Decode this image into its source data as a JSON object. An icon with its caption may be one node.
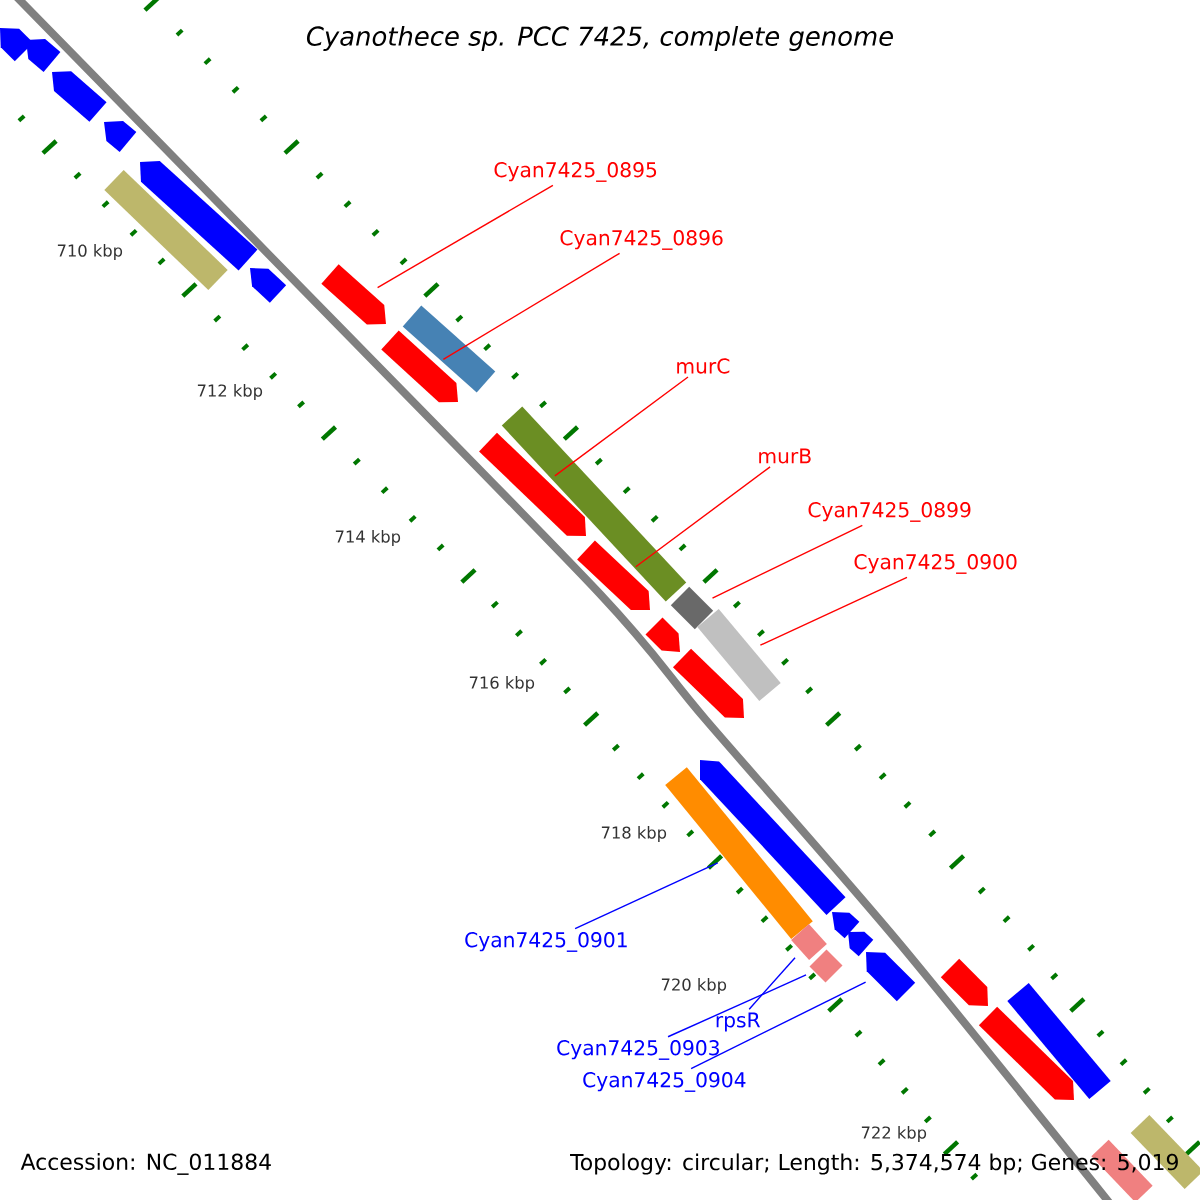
{
  "diagram": {
    "title": "Cyanothece sp. PCC 7425, complete genome",
    "nodes": [
      {
        "text": [
          "Cyan7425_0895"
        ]
      },
      {
        "text": [
          "Cyan7425_0896"
        ]
      },
      {
        "text": [
          "murC"
        ]
      },
      {
        "text": [
          "murB"
        ]
      },
      {
        "text": [
          "Cyan7425_0899"
        ]
      },
      {
        "text": [
          "Cyan7425_0900"
        ]
      },
      {
        "text": [
          "Cyan7425_0901"
        ]
      },
      {
        "text": [
          "rpsR"
        ]
      },
      {
        "text": [
          "Cyan7425_0903"
        ]
      },
      {
        "text": [
          "Cyan7425_0904"
        ]
      },
      {
        "text": [],
        "shape": "arrow"
      },
      {
        "text": [],
        "shape": "arrow"
      },
      {
        "text": [],
        "shape": "arrow"
      },
      {
        "text": [],
        "shape": "arrow"
      },
      {
        "text": [],
        "shape": "arrow"
      },
      {
        "text": [],
        "shape": "bar"
      },
      {
        "text": [],
        "shape": "arrow"
      },
      {
        "text": [],
        "shape": "arrow"
      },
      {
        "text": [],
        "shape": "bar"
      },
      {
        "text": [],
        "shape": "arrow"
      },
      {
        "text": [],
        "shape": "bar"
      },
      {
        "text": [],
        "shape": "arrow"
      },
      {
        "text": [],
        "shape": "arrow"
      },
      {
        "text": [],
        "shape": "bar"
      },
      {
        "text": [],
        "shape": "bar"
      },
      {
        "text": [],
        "shape": "arrow"
      },
      {
        "text": [],
        "shape": "arrow"
      },
      {
        "text": [],
        "shape": "arrow"
      },
      {
        "text": [],
        "shape": "bar"
      },
      {
        "text": [],
        "shape": "arrow"
      },
      {
        "text": [],
        "shape": "bar"
      },
      {
        "text": [],
        "shape": "arrow"
      },
      {
        "text": [],
        "shape": "arrow"
      },
      {
        "text": [],
        "shape": "bar"
      },
      {
        "text": [],
        "shape": "arrow"
      },
      {
        "text": [],
        "shape": "bar"
      },
      {
        "text": [],
        "shape": "arrow"
      },
      {
        "text": [],
        "shape": "bar"
      },
      {
        "text": [],
        "shape": "bar"
      }
    ],
    "edges": [
      {
        "from": 0,
        "to": 17,
        "arrow": "none"
      },
      {
        "from": 1,
        "to": 19,
        "arrow": "none"
      },
      {
        "from": 2,
        "to": 21,
        "arrow": "none"
      },
      {
        "from": 3,
        "to": 22,
        "arrow": "none"
      },
      {
        "from": 4,
        "to": 23,
        "arrow": "none"
      },
      {
        "from": 5,
        "to": 24,
        "arrow": "none"
      },
      {
        "from": 6,
        "to": 28,
        "arrow": "none",
        "color": "#0000ff"
      },
      {
        "from": 7,
        "to": 30,
        "arrow": "none",
        "color": "#0000ff"
      },
      {
        "from": 8,
        "to": 33,
        "arrow": "none",
        "color": "#0000ff"
      },
      {
        "from": 9,
        "to": 32,
        "arrow": "none",
        "color": "#0000ff"
      }
    ],
    "labels": [
      "710 kbp",
      "712 kbp",
      "714 kbp",
      "716 kbp",
      "718 kbp",
      "720 kbp",
      "722 kbp",
      "Accession: NC_011884",
      "Topology: circular; Length: 5,374,574 bp; Genes: 5,019"
    ]
  }
}
